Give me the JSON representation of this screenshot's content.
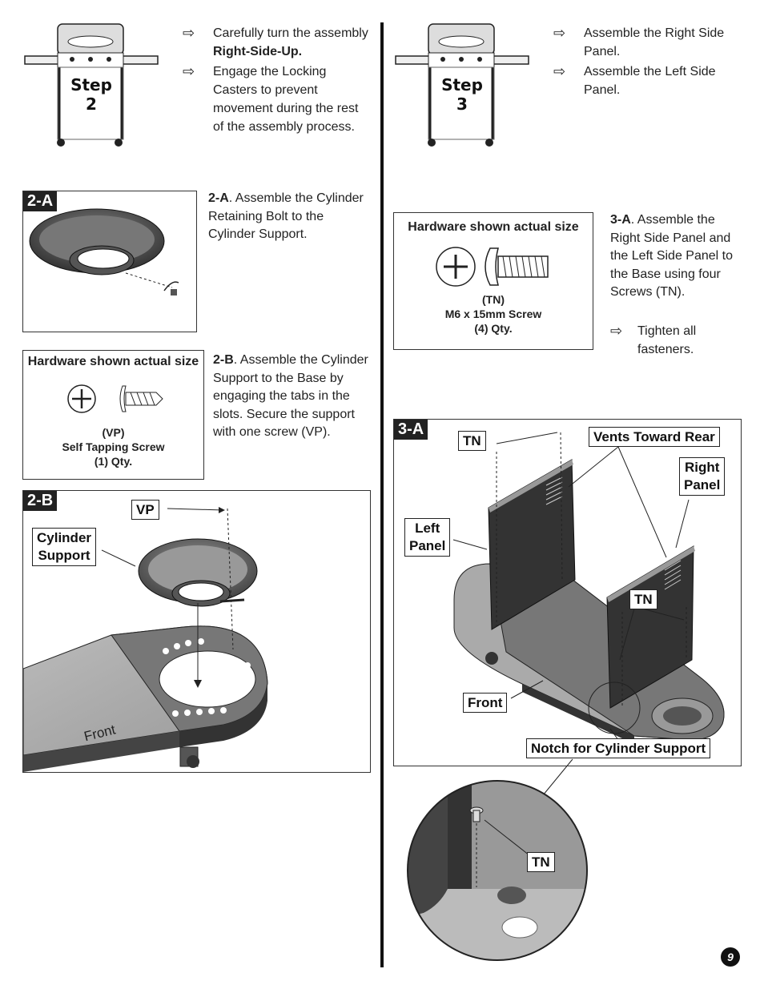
{
  "step2": {
    "label": "Step",
    "number": "2",
    "bullets": [
      {
        "text": "Carefully turn the assembly ",
        "bold": "Right-Side-Up."
      },
      {
        "text": "Engage the Locking Casters to prevent movement during the rest of the assembly process.",
        "bold": ""
      }
    ]
  },
  "step3": {
    "label": "Step",
    "number": "3",
    "bullets": [
      {
        "text": "Assemble the Right Side Panel."
      },
      {
        "text": "Assemble the Left Side Panel."
      }
    ]
  },
  "fig2a": {
    "tag": "2-A",
    "text_bold": "2-A",
    "text": ". Assemble the Cylinder Retaining Bolt to the Cylinder Support."
  },
  "hw2b": {
    "title": "Hardware shown actual size",
    "code": "(VP)",
    "name": "Self Tapping Screw",
    "qty": "(1) Qty."
  },
  "text2b": {
    "bold": "2-B",
    "text": ". Assemble the Cylinder Support to the Base by engaging the tabs in the slots.  Secure the support with one screw (VP)."
  },
  "fig2b": {
    "tag": "2-B",
    "vp": "VP",
    "cylinder_support": [
      "Cylinder",
      "Support"
    ],
    "front": "Front"
  },
  "hw3a": {
    "title": "Hardware shown actual size",
    "code": "(TN)",
    "name": "M6 x 15mm Screw",
    "qty": "(4) Qty."
  },
  "text3a": {
    "bold": "3-A",
    "text": ". Assemble the Right Side Panel and the Left Side Panel to the Base using four Screws (TN).",
    "bullet": "Tighten all fasteners."
  },
  "fig3a": {
    "tag": "3-A",
    "tn": "TN",
    "vents": "Vents Toward Rear",
    "right_panel": [
      "Right",
      "Panel"
    ],
    "left_panel": [
      "Left",
      "Panel"
    ],
    "tn2": "TN",
    "front": "Front",
    "notch": "Notch for Cylinder Support"
  },
  "detail": {
    "tn": "TN"
  },
  "page_number": "9"
}
